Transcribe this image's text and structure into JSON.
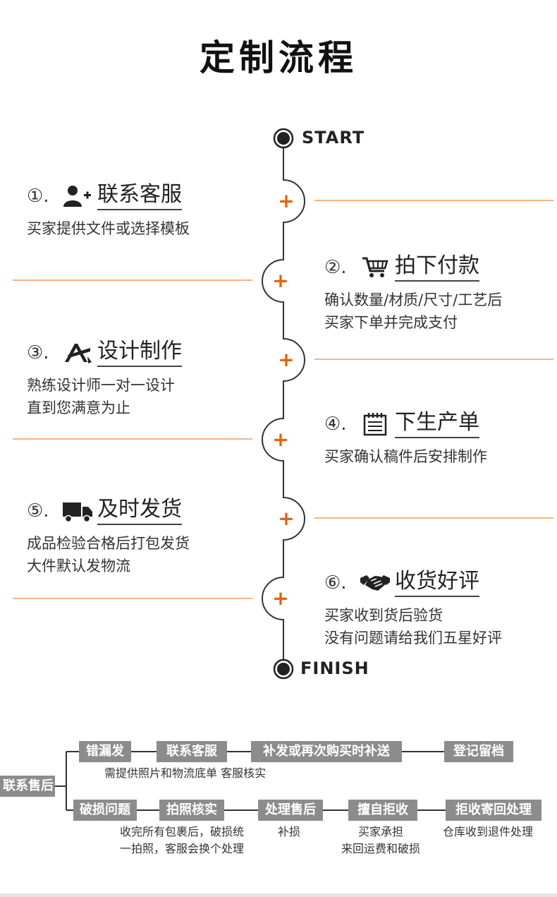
{
  "title": "定制流程",
  "timeline": {
    "start_label": "START",
    "finish_label": "FINISH",
    "plus_glyph": "+",
    "accent_color": "#e8610a"
  },
  "steps": [
    {
      "num": "①.",
      "icon": "add-user-icon",
      "title": "联系客服",
      "desc": [
        "买家提供文件或选择模板"
      ]
    },
    {
      "num": "②.",
      "icon": "shopping-cart-icon",
      "title": "拍下付款",
      "desc": [
        "确认数量/材质/尺寸/工艺后",
        "买家下单并完成支付"
      ]
    },
    {
      "num": "③.",
      "icon": "design-tools-icon",
      "title": "设计制作",
      "desc": [
        "熟练设计师一对一设计",
        "直到您满意为止"
      ]
    },
    {
      "num": "④.",
      "icon": "notepad-icon",
      "title": "下生产单",
      "desc": [
        "买家确认稿件后安排制作"
      ]
    },
    {
      "num": "⑤.",
      "icon": "delivery-truck-icon",
      "title": "及时发货",
      "desc": [
        "成品检验合格后打包发货",
        "大件默认发物流"
      ]
    },
    {
      "num": "⑥.",
      "icon": "handshake-icon",
      "title": "收货好评",
      "desc": [
        "买家收到货后验货",
        "没有问题请给我们五星好评"
      ]
    }
  ],
  "after_sales": {
    "root": "联系售后",
    "row1": {
      "boxes": [
        "错漏发",
        "联系客服",
        "补发或再次购买时补送",
        "登记留档"
      ],
      "note": "需提供照片和物流底单 客服核实"
    },
    "row2": {
      "boxes": [
        "破损问题",
        "拍照核实",
        "处理售后",
        "擅自拒收",
        "拒收寄回处理"
      ],
      "notes": [
        [
          "收完所有包裹后，破损统",
          "一拍照，客服会换个处理"
        ],
        [
          "补损"
        ],
        [
          "买家承担",
          "来回运费和破损"
        ],
        [
          "仓库收到退件处理"
        ]
      ]
    }
  }
}
